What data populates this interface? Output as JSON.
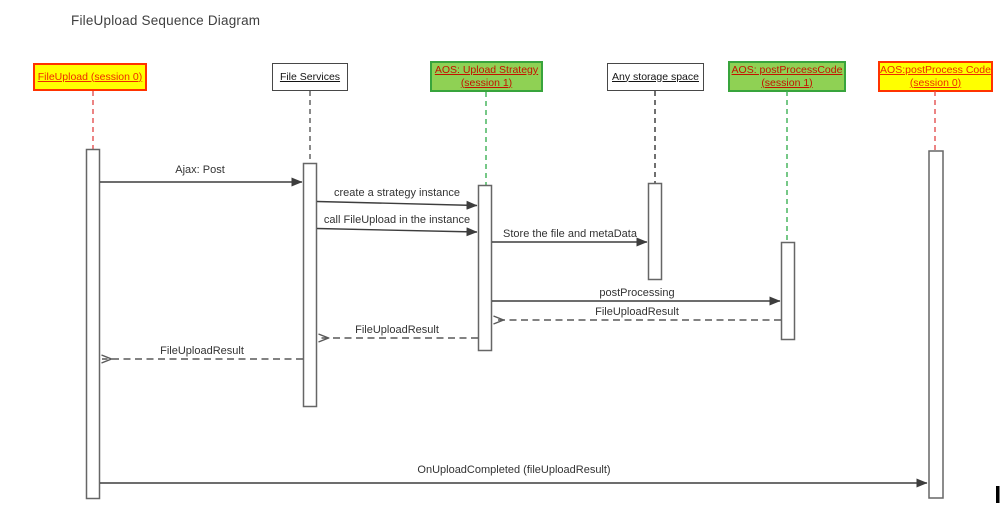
{
  "title": "FileUpload Sequence Diagram",
  "lifelines": [
    {
      "label": "FileUpload (session 0)",
      "label2": "",
      "kind": "yellow"
    },
    {
      "label": "File Services",
      "label2": "",
      "kind": "white"
    },
    {
      "label": "AOS: Upload Strategy",
      "label2": "(session 1)",
      "kind": "green"
    },
    {
      "label": "Any storage space",
      "label2": "",
      "kind": "white"
    },
    {
      "label": "AOS: postProcessCode",
      "label2": "(session 1)",
      "kind": "green"
    },
    {
      "label": "AOS:postProcess Code",
      "label2": "(session 0)",
      "kind": "yellow"
    }
  ],
  "messages": [
    {
      "label": "Ajax: Post",
      "type": "solid-call",
      "from": "FileUpload (session 0)",
      "to": "File Services"
    },
    {
      "label": "create a strategy instance",
      "type": "solid-call",
      "from": "File Services",
      "to": "AOS: Upload Strategy (session 1)"
    },
    {
      "label": "call FileUpload in the instance",
      "type": "solid-call",
      "from": "File Services",
      "to": "AOS: Upload Strategy (session 1)"
    },
    {
      "label": "Store the file and metaData",
      "type": "solid-call",
      "from": "AOS: Upload Strategy (session 1)",
      "to": "Any storage space"
    },
    {
      "label": "postProcessing",
      "type": "solid-call",
      "from": "AOS: Upload Strategy (session 1)",
      "to": "AOS: postProcessCode (session 1)"
    },
    {
      "label": "FileUploadResult",
      "type": "dashed-return",
      "from": "AOS: postProcessCode (session 1)",
      "to": "AOS: Upload Strategy (session 1)"
    },
    {
      "label": "FileUploadResult",
      "type": "dashed-return",
      "from": "AOS: Upload Strategy (session 1)",
      "to": "File Services"
    },
    {
      "label": "FileUploadResult",
      "type": "dashed-return",
      "from": "File Services",
      "to": "FileUpload (session 0)"
    },
    {
      "label": "OnUploadCompleted (fileUploadResult)",
      "type": "solid-call",
      "from": "FileUpload (session 0)",
      "to": "AOS:postProcess Code (session 0)"
    }
  ],
  "colors": {
    "yellow_fill": "#ffff00",
    "yellow_border": "#ff3300",
    "yellow_text": "#ee2b00",
    "green_fill": "#8fd154",
    "green_border": "#38a43c",
    "green_text": "#c41200",
    "white_fill": "#ffffff",
    "white_border": "#474747",
    "lifeline_red": "#e34f4f",
    "lifeline_green": "#3cb054",
    "lifeline_gray": "#595959",
    "lifeline_black": "#333333",
    "arrow_solid": "#3d3d3d",
    "arrow_dashed": "#595959"
  }
}
